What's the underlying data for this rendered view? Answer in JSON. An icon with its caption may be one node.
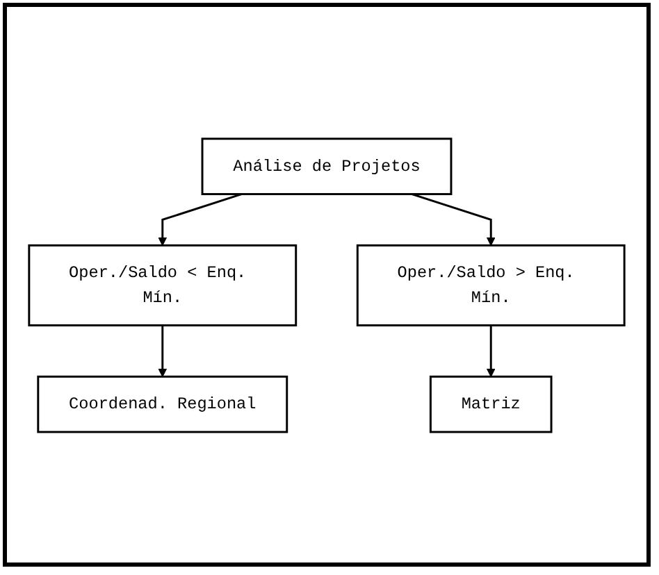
{
  "diagram": {
    "nodes": [
      {
        "text": [
          "Análise de Projetos"
        ]
      },
      {
        "text": [
          "Oper./Saldo < Enq. Mín."
        ]
      },
      {
        "text": [
          "Oper./Saldo > Enq. Mín."
        ]
      },
      {
        "text": [
          "Coordenad. Regional"
        ]
      },
      {
        "text": [
          "Matriz"
        ]
      }
    ],
    "edges": [
      {
        "from": 0,
        "to": 1,
        "arrow": "to"
      },
      {
        "from": 0,
        "to": 2,
        "arrow": "to"
      },
      {
        "from": 1,
        "to": 3,
        "arrow": "to"
      },
      {
        "from": 2,
        "to": 4,
        "arrow": "to"
      }
    ]
  }
}
